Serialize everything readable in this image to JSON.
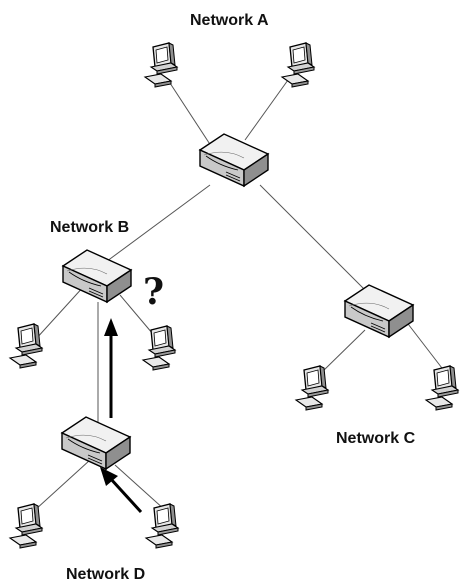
{
  "labels": {
    "network_a": "Network A",
    "network_b": "Network B",
    "network_c": "Network C",
    "network_d": "Network D",
    "question": "?"
  },
  "icons": {
    "router": "router-icon",
    "computer": "computer-icon",
    "arrow": "arrow-icon"
  },
  "colors": {
    "line": "#555555",
    "text": "#111111",
    "device_fill": "#dcdcdc",
    "device_shadow": "#9a9a9a"
  }
}
